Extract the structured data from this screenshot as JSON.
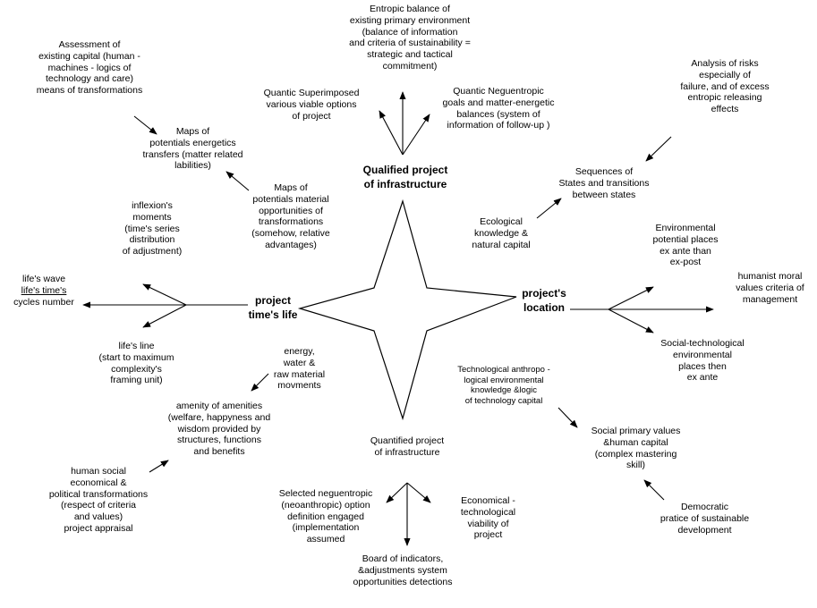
{
  "top_axis": {
    "label_lines": [
      "Qualified project",
      "of infrastructure"
    ],
    "left_branch": [
      "Quantic Superimposed",
      "various  viable options",
      "of project"
    ],
    "center_branch": [
      "Entropic balance of",
      "existing primary environment",
      "(balance of information",
      "and criteria of sustainability =",
      "strategic and tactical",
      "commitment)"
    ],
    "right_branch": [
      "Quantic  Neguentropic",
      "goals and matter-energetic",
      "balances   (system of",
      "information of follow-up )"
    ]
  },
  "bottom_axis": {
    "label_lines": [
      "Quantified project",
      "of infrastructure"
    ],
    "left_branch": [
      "Selected neguentropic",
      "(neoanthropic) option",
      "definition engaged",
      "(implementation",
      "assumed"
    ],
    "center_branch": [
      "Board of indicators,",
      "&adjustments system",
      "opportunities detections"
    ],
    "right_branch": [
      "Economical -",
      "technological",
      "viability of",
      "project"
    ]
  },
  "left_axis": {
    "label_lines": [
      "project",
      "time's life"
    ],
    "top_branch": [
      "inflexion's",
      "moments",
      "(time's series",
      "distribution",
      "of adjustment)"
    ],
    "center_branch": [
      "life's wave",
      "life's time's",
      "cycles number"
    ],
    "bottom_branch": [
      "life's line",
      "(start to maximum",
      "complexity's",
      "framing unit)"
    ]
  },
  "right_axis": {
    "label_lines": [
      "project's",
      "location"
    ],
    "top_branch": [
      "Environmental",
      "potential places",
      "ex ante than",
      "ex-post"
    ],
    "center_branch": [
      "humanist moral",
      "values criteria of",
      "management"
    ],
    "bottom_branch": [
      "Social-technological",
      "environmental",
      "places then",
      "ex ante"
    ]
  },
  "nw_cluster": {
    "assessment": [
      "Assessment of",
      "existing capital (human -",
      "machines - logics of",
      "technology and care)",
      "means of transformations"
    ],
    "maps_energetics": [
      "Maps of",
      "potentials energetics",
      "transfers (matter related",
      "labilities)"
    ],
    "maps_material": [
      "Maps of",
      "potentials material",
      "opportunities of",
      "transformations",
      "(somehow, relative",
      "advantages)"
    ]
  },
  "ne_cluster": {
    "risks": [
      "Analysis of risks",
      "especially of",
      "failure, and of excess",
      "entropic releasing",
      "effects"
    ],
    "sequences": [
      "Sequences of",
      "States and transitions",
      "between states"
    ],
    "ecological": [
      "Ecological",
      "knowledge &",
      "natural capital"
    ]
  },
  "sw_cluster": {
    "energy": [
      "energy,",
      "water &",
      "raw material",
      "movments"
    ],
    "amenity": [
      "amenity of amenities",
      "(welfare, happyness and",
      "wisdom provided by",
      "structures, functions",
      "and benefits"
    ],
    "human_social": [
      "human social",
      "economical  &",
      "political transformations",
      "(respect of criteria",
      "and values)",
      "project appraisal"
    ]
  },
  "se_cluster": {
    "technological": [
      "Technological anthropo -",
      "logical environmental",
      "knowledge  &logic",
      "of technology capital"
    ],
    "social_primary": [
      "Social primary values",
      "&human capital",
      "(complex mastering",
      "skill)"
    ],
    "democratic": [
      "Democratic",
      "pratice of sustainable",
      "development"
    ]
  },
  "colors": {
    "ink": "#000000",
    "background": "#ffffff"
  }
}
